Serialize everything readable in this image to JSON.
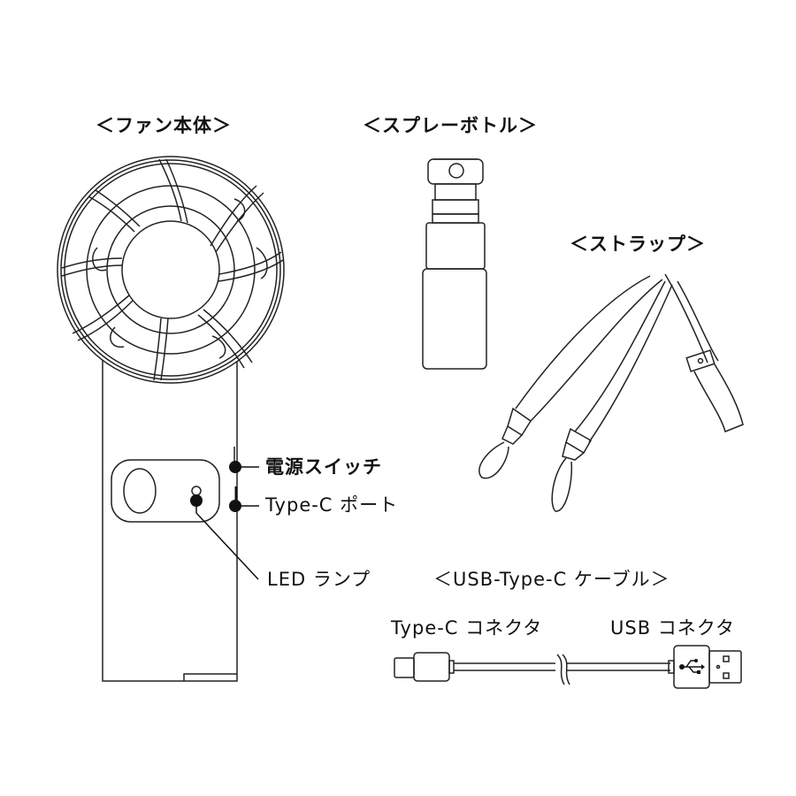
{
  "sections": {
    "fan": {
      "title": "＜ファン本体＞"
    },
    "spray": {
      "title": "＜スプレーボトル＞"
    },
    "strap": {
      "title": "＜ストラップ＞"
    },
    "cable": {
      "title": "＜USB-Type-C ケーブル＞"
    }
  },
  "callouts": {
    "power_switch": "電源スイッチ",
    "typec_port": "Type-C ポート",
    "led_lamp": "LED ランプ"
  },
  "cable_labels": {
    "typec_connector": "Type-C コネクタ",
    "usb_connector": "USB コネクタ"
  },
  "colors": {
    "line": "#222222",
    "background": "#ffffff"
  }
}
